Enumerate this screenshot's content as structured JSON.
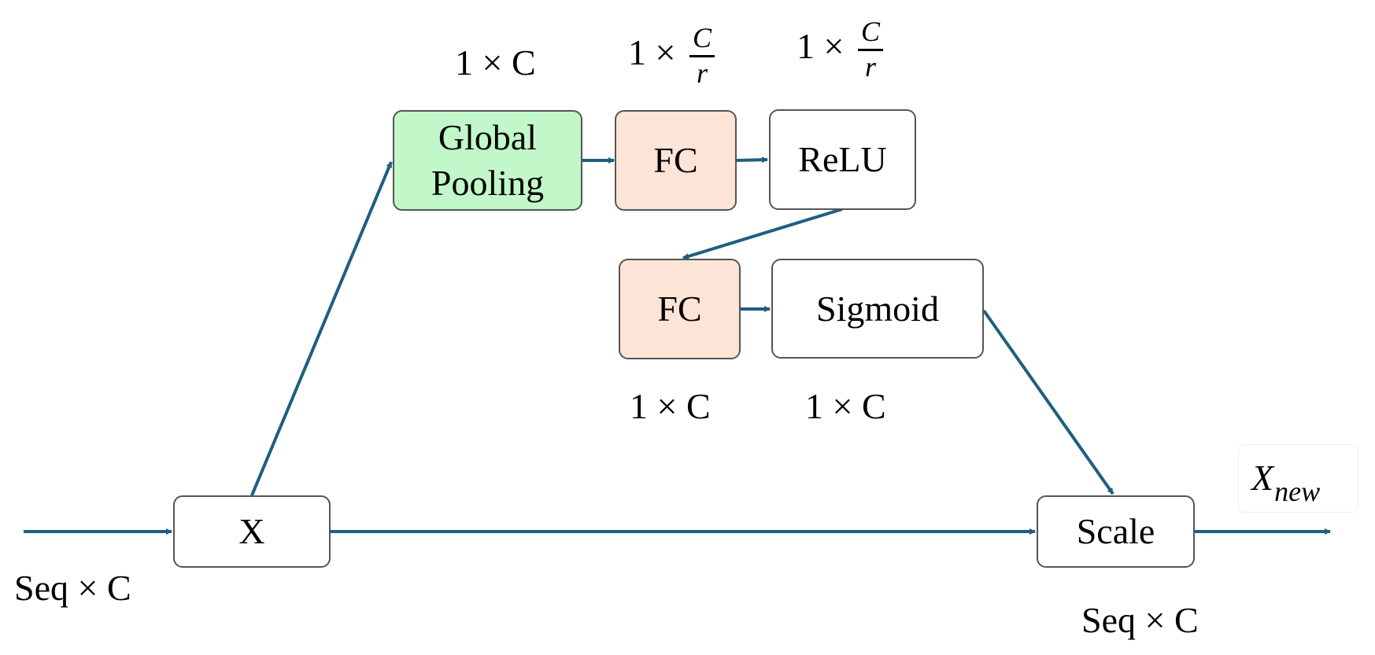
{
  "colors": {
    "arrow": "#1d5f80",
    "box_border": "#555555",
    "pooling_fill": "#c1f7c9",
    "fc_fill": "#fce4d6",
    "plain_fill": "#ffffff"
  },
  "nodes": {
    "x": "X",
    "global_pooling_line1": "Global",
    "global_pooling_line2": "Pooling",
    "fc1": "FC",
    "relu": "ReLU",
    "fc2": "FC",
    "sigmoid": "Sigmoid",
    "scale": "Scale"
  },
  "labels": {
    "input_shape": "Seq × C",
    "output_shape": "Seq × C",
    "pooling_shape": "1 × C",
    "fc1_shape_prefix": "1 ×",
    "relu_shape_prefix": "1 ×",
    "fraction_numerator": "C",
    "fraction_denominator": "r",
    "fc2_shape": "1 × C",
    "sigmoid_shape": "1 × C",
    "output_var": "X",
    "output_var_sub": "new"
  }
}
